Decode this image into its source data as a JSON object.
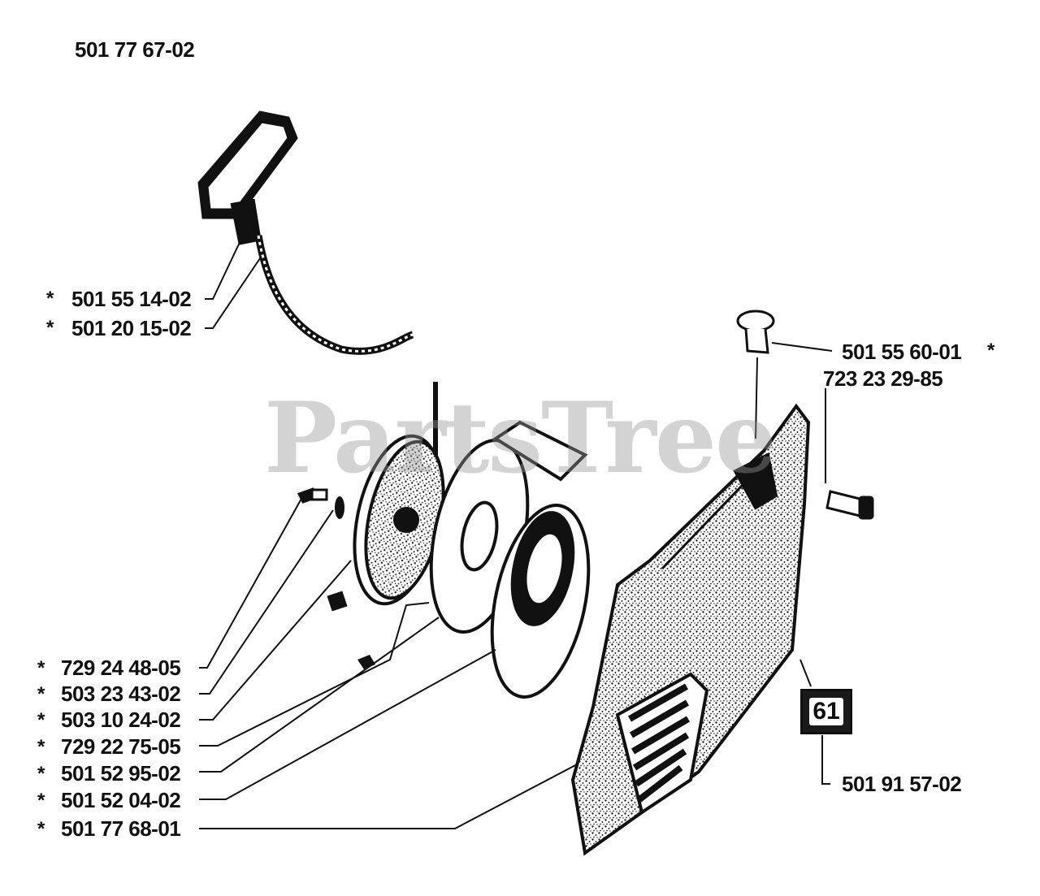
{
  "assembly_number": "501 77 67-02",
  "watermark": "PartsTree",
  "badge": "61",
  "star": "*",
  "labels": {
    "handle": "501 55 14-02",
    "rope": "501 20 15-02",
    "plug": "501 55 60-01",
    "cover_screw": "723 23 29-85",
    "screw": "729 24 48-05",
    "washer": "503 23 43-02",
    "pulley": "503 10 24-02",
    "small_screw": "729 22 75-05",
    "spring": "501 52 95-02",
    "pawl": "501 52 04-02",
    "housing": "501 77 68-01",
    "decal": "501 91 57-02"
  },
  "colors": {
    "ink": "#111111",
    "watermark": "#969696"
  }
}
